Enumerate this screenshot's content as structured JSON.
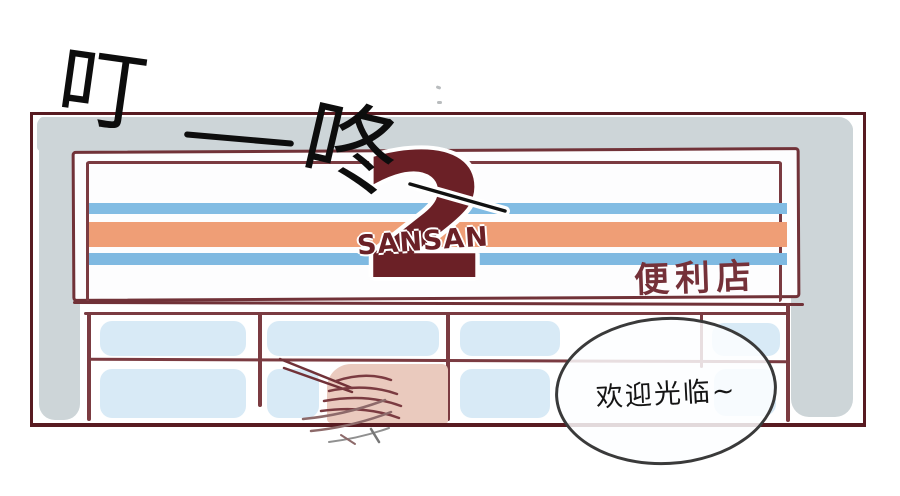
{
  "panel": {
    "type": "comic-panel",
    "sfx": {
      "ding": "叮",
      "dash_symbol": "—",
      "dong": "咚"
    },
    "storefront": {
      "sign": {
        "numeral": "2",
        "brand": "SANSAN",
        "store_type": "便利店"
      }
    },
    "speech_bubble": {
      "text": "欢迎光临~"
    },
    "colors": {
      "panel_border": "#581b21",
      "awning_gray": "#cdd5d8",
      "sign_outline": "#713238",
      "stripe_blue": "#82bce3",
      "stripe_orange": "#ef9e76",
      "logo_maroon": "#6b2026",
      "store_type_maroon": "#753139",
      "window_blue": "#d8eaf6",
      "hand_skin": "#eacabe",
      "bubble_outline": "#3a3a3a",
      "ink_black": "#0d0d0d"
    }
  }
}
